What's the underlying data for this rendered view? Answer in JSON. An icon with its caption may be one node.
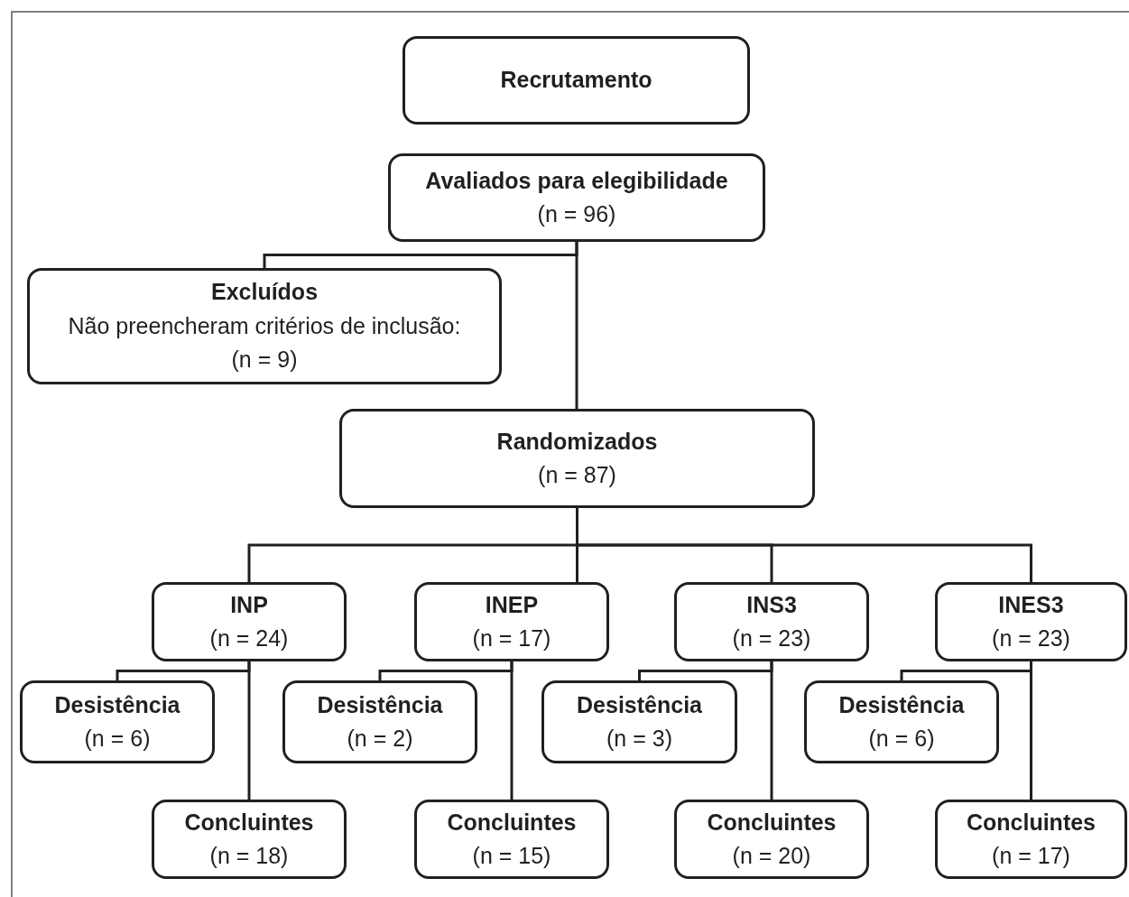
{
  "diagram": {
    "nodes": [
      {
        "text": [
          "Recrutamento"
        ]
      },
      {
        "text": [
          "Avaliados para elegibilidade",
          "(n = 96)"
        ]
      },
      {
        "text": [
          "Excluídos",
          "Não preencheram critérios de inclusão:",
          "(n = 9)"
        ]
      },
      {
        "text": [
          "Randomizados",
          "(n = 87)"
        ]
      },
      {
        "text": [
          "INP",
          "(n = 24)"
        ]
      },
      {
        "text": [
          "INEP",
          "(n = 17)"
        ]
      },
      {
        "text": [
          "INS3",
          "(n = 23)"
        ]
      },
      {
        "text": [
          "INES3",
          "(n = 23)"
        ]
      },
      {
        "text": [
          "Desistência",
          "(n = 6)"
        ]
      },
      {
        "text": [
          "Desistência",
          "(n = 2)"
        ]
      },
      {
        "text": [
          "Desistência",
          "(n = 3)"
        ]
      },
      {
        "text": [
          "Desistência",
          "(n = 6)"
        ]
      },
      {
        "text": [
          "Concluintes",
          "(n = 18)"
        ]
      },
      {
        "text": [
          "Concluintes",
          "(n = 15)"
        ]
      },
      {
        "text": [
          "Concluintes",
          "(n = 20)"
        ]
      },
      {
        "text": [
          "Concluintes",
          "(n = 17)"
        ]
      }
    ],
    "edges": [
      {
        "from": 1,
        "to": 2,
        "arrow": "none"
      },
      {
        "from": 1,
        "to": 3,
        "arrow": "none"
      },
      {
        "from": 3,
        "to": 4,
        "arrow": "none"
      },
      {
        "from": 3,
        "to": 5,
        "arrow": "none"
      },
      {
        "from": 3,
        "to": 6,
        "arrow": "none"
      },
      {
        "from": 3,
        "to": 7,
        "arrow": "none"
      },
      {
        "from": 4,
        "to": 8,
        "arrow": "none"
      },
      {
        "from": 4,
        "to": 12,
        "arrow": "none"
      },
      {
        "from": 5,
        "to": 9,
        "arrow": "none"
      },
      {
        "from": 5,
        "to": 13,
        "arrow": "none"
      },
      {
        "from": 6,
        "to": 10,
        "arrow": "none"
      },
      {
        "from": 6,
        "to": 14,
        "arrow": "none"
      },
      {
        "from": 7,
        "to": 11,
        "arrow": "none"
      },
      {
        "from": 7,
        "to": 15,
        "arrow": "none"
      }
    ]
  }
}
